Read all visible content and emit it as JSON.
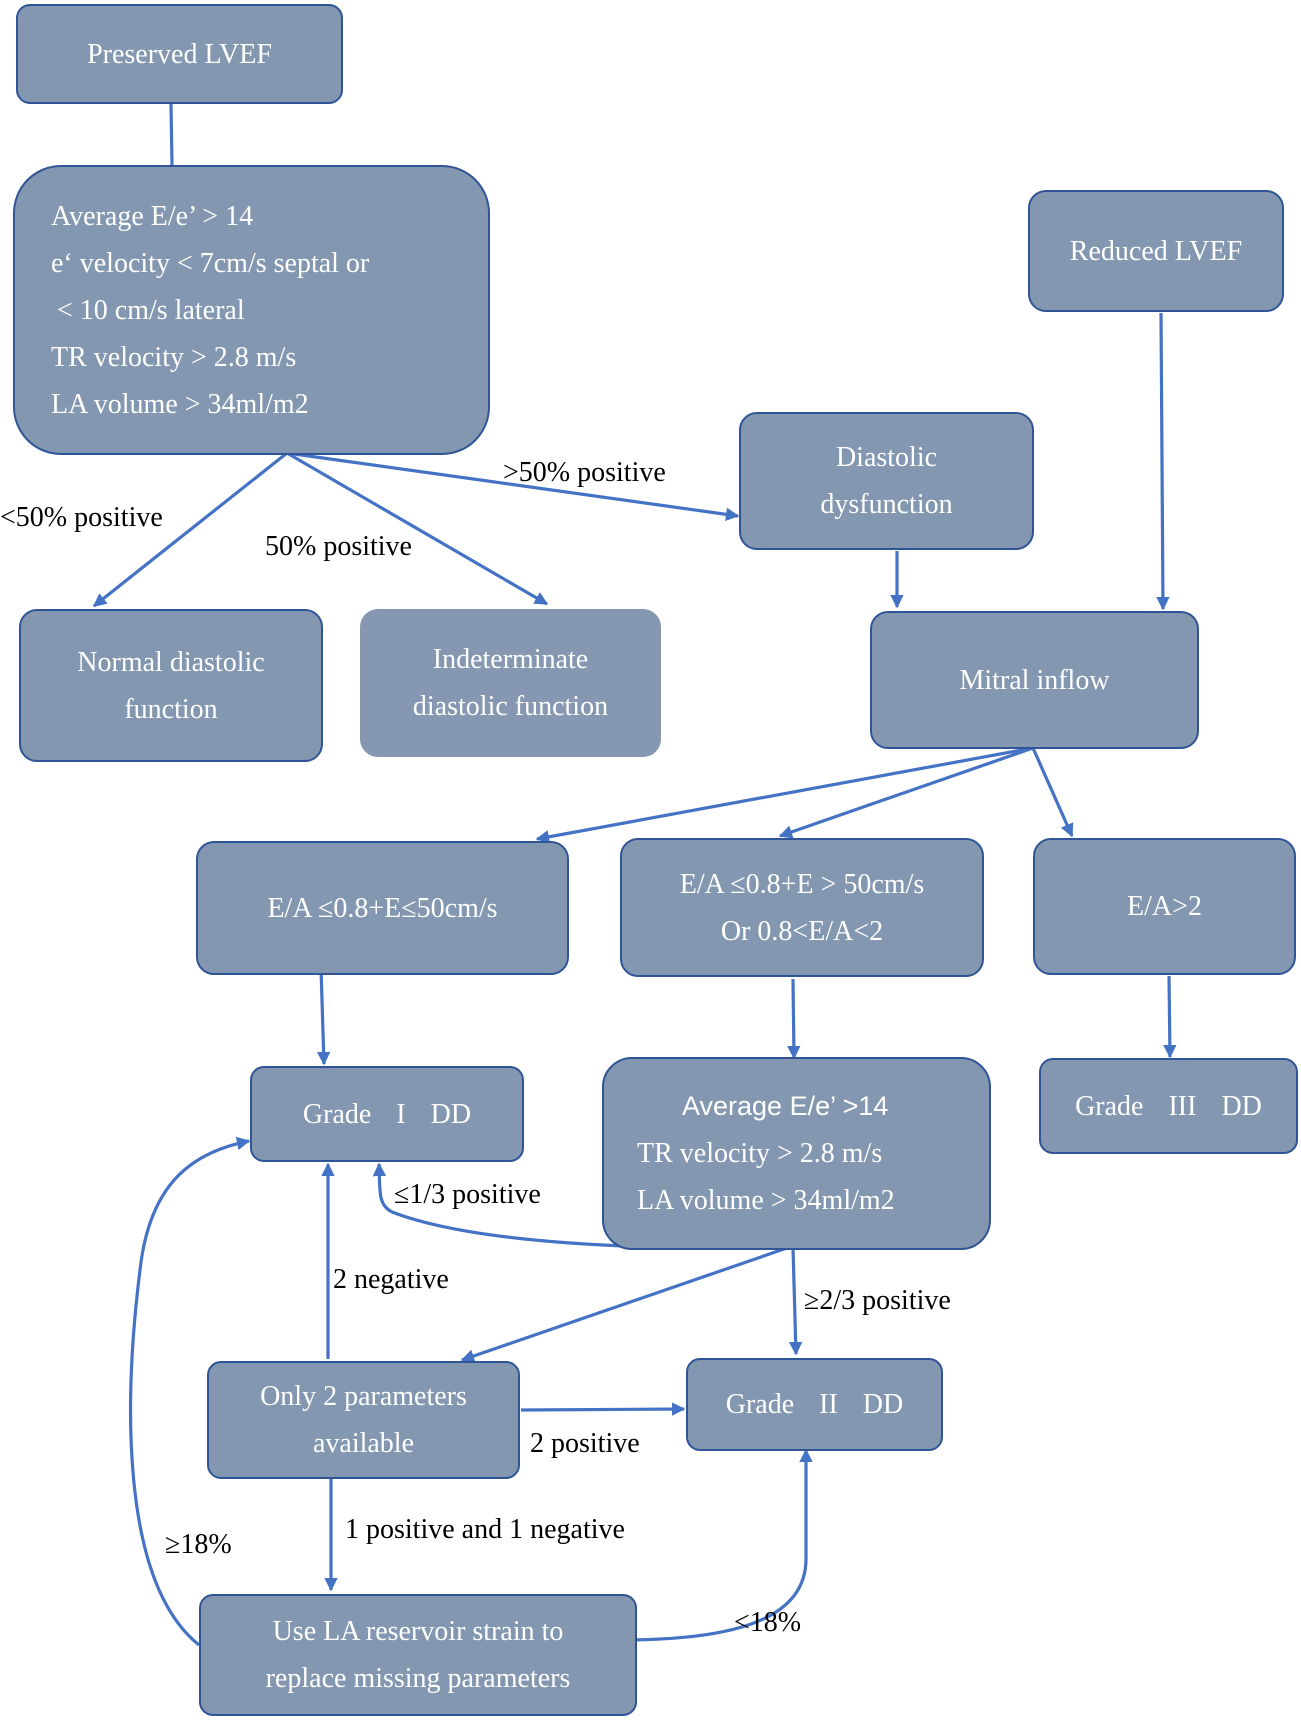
{
  "nodes": {
    "preserved": {
      "lines": [
        "Preserved LVEF"
      ]
    },
    "criteria": {
      "lines": [
        "Average E/e’ > 14",
        "e‘ velocity < 7cm/s septal or",
        " < 10 cm/s lateral",
        "TR velocity > 2.8 m/s",
        "LA volume > 34ml/m2"
      ]
    },
    "reduced": {
      "lines": [
        "Reduced LVEF"
      ]
    },
    "diastolic_dysfunction": {
      "lines": [
        "Diastolic",
        "dysfunction"
      ]
    },
    "normal": {
      "lines": [
        "Normal diastolic",
        "function"
      ]
    },
    "indeterminate": {
      "lines": [
        "Indeterminate",
        "diastolic function"
      ]
    },
    "mitral": {
      "lines": [
        "Mitral inflow"
      ]
    },
    "ea_low": {
      "lines": [
        "E/A ≤0.8+E≤50cm/s"
      ]
    },
    "ea_mid": {
      "lines": [
        "E/A ≤0.8+E > 50cm/s",
        "Or 0.8<E/A<2"
      ]
    },
    "ea_high": {
      "lines": [
        "E/A>2"
      ]
    },
    "grade1": {
      "lines": [
        "Grade I DD"
      ]
    },
    "criteria2": {
      "lines": [
        "Average E/e’ >14",
        "TR velocity > 2.8 m/s",
        "LA volume > 34ml/m2"
      ]
    },
    "grade3": {
      "lines": [
        "Grade III DD"
      ]
    },
    "only2": {
      "lines": [
        "Only 2 parameters",
        "available"
      ]
    },
    "grade2": {
      "lines": [
        "Grade II DD"
      ]
    },
    "strain": {
      "lines": [
        "Use LA reservoir strain to",
        "replace missing parameters"
      ]
    }
  },
  "edge_labels": {
    "lt50": "<50% positive",
    "eq50": "50% positive",
    "gt50": ">50% positive",
    "le13": "≤1/3 positive",
    "ge23": "≥2/3 positive",
    "neg2": "2 negative",
    "pos2": "2 positive",
    "mixed": "1 positive and 1 negative",
    "ge18": "≥18%",
    "lt18": "<18%"
  },
  "colors": {
    "node_fill": "#8497b0",
    "node_border": "#2f5597",
    "arrow": "#4472c4",
    "node_text": "#ffffff",
    "label_text": "#000000"
  }
}
